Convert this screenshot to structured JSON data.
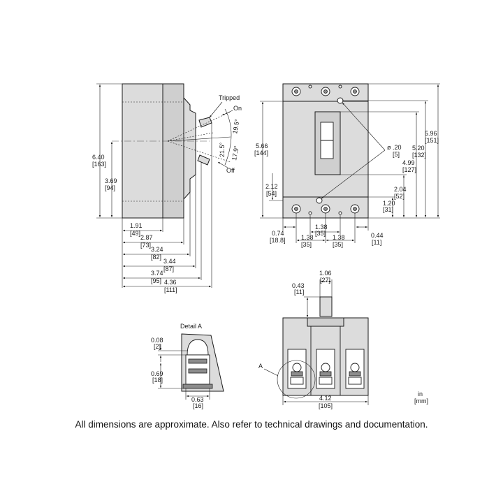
{
  "caption": "All dimensions are approximate.  Also refer to technical drawings and documentation.",
  "unit_legend": {
    "primary": "in",
    "secondary": "[mm]"
  },
  "side_view": {
    "labels": {
      "tripped": "Tripped",
      "on": "On",
      "off": "Off"
    },
    "angles": {
      "a1": "19.5°",
      "a2": "21.5°",
      "a3": "17.9°"
    },
    "height_total": {
      "in": "6.40",
      "mm": "[163]"
    },
    "height_center": {
      "in": "3.69",
      "mm": "[94]"
    },
    "depths": [
      {
        "in": "1.91",
        "mm": "[49]"
      },
      {
        "in": "2.87",
        "mm": "[73]"
      },
      {
        "in": "3.24",
        "mm": "[82]"
      },
      {
        "in": "3.44",
        "mm": "[87]"
      },
      {
        "in": "3.74",
        "mm": "[95]"
      },
      {
        "in": "4.36",
        "mm": "[111]"
      }
    ]
  },
  "front_view": {
    "h_566": {
      "in": "5.66",
      "mm": "[144]"
    },
    "h_212": {
      "in": "2.12",
      "mm": "[54]"
    },
    "h_596": {
      "in": "5.96",
      "mm": "[151]"
    },
    "h_520": {
      "in": "5.20",
      "mm": "[132]"
    },
    "h_499": {
      "in": "4.99",
      "mm": "[127]"
    },
    "h_204": {
      "in": "2.04",
      "mm": "[52]"
    },
    "h_120": {
      "in": "1.20",
      "mm": "[31]"
    },
    "hole": {
      "in": "ø .20",
      "mm": "[5]"
    },
    "w_074": {
      "in": "0.74",
      "mm": "[18.8]"
    },
    "w_138a": {
      "in": "1.38",
      "mm": "[35]"
    },
    "w_138b": {
      "in": "1.38",
      "mm": "[35]"
    },
    "w_138c": {
      "in": "1.38",
      "mm": "[35]"
    },
    "w_044": {
      "in": "0.44",
      "mm": "[11]"
    }
  },
  "bottom_view": {
    "d_043": {
      "in": "0.43",
      "mm": "[11]"
    },
    "d_106": {
      "in": "1.06",
      "mm": "[27]"
    },
    "d_412": {
      "in": "4.12",
      "mm": "[105]"
    },
    "detail_ref": "A"
  },
  "detail_a": {
    "title": "Detail A",
    "d_008": {
      "in": "0.08",
      "mm": "[2]"
    },
    "d_069": {
      "in": "0.69",
      "mm": "[18]"
    },
    "d_063": {
      "in": "0.63",
      "mm": "[16]"
    }
  }
}
